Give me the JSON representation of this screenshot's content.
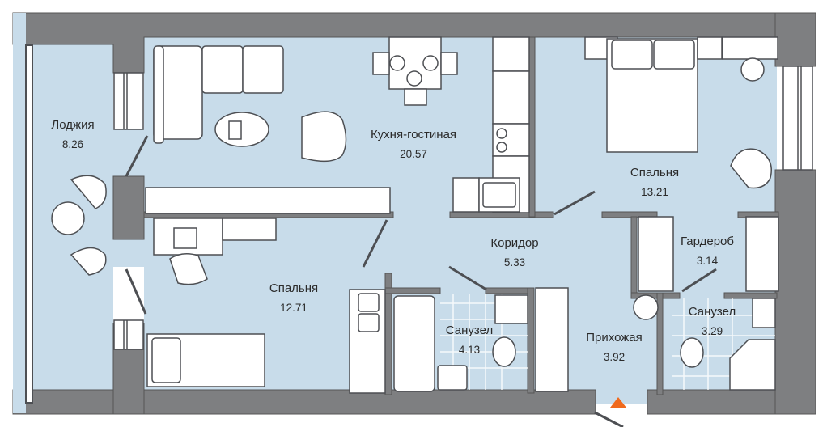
{
  "plan": {
    "type": "apartment floor plan",
    "colors": {
      "wall": "#7e7f81",
      "floor": "#c8dcea",
      "furniture": "#ffffff",
      "outline": "#4d4f53",
      "tile_line": "#ffffff",
      "entrance": "#f06a1d",
      "text": "#2b2b2b"
    },
    "rooms": [
      {
        "id": "loggia",
        "name": "Лоджия",
        "area": "8.26"
      },
      {
        "id": "kitchen-living",
        "name": "Кухня-гостиная",
        "area": "20.57"
      },
      {
        "id": "bedroom-1",
        "name": "Спальня",
        "area": "13.21"
      },
      {
        "id": "bedroom-2",
        "name": "Спальня",
        "area": "12.71"
      },
      {
        "id": "corridor",
        "name": "Коридор",
        "area": "5.33"
      },
      {
        "id": "wardrobe",
        "name": "Гардероб",
        "area": "3.14"
      },
      {
        "id": "bathroom-1",
        "name": "Санузел",
        "area": "4.13"
      },
      {
        "id": "hallway",
        "name": "Прихожая",
        "area": "3.92"
      },
      {
        "id": "bathroom-2",
        "name": "Санузел",
        "area": "3.29"
      }
    ],
    "entrance_marker": "entrance-arrow-icon"
  }
}
